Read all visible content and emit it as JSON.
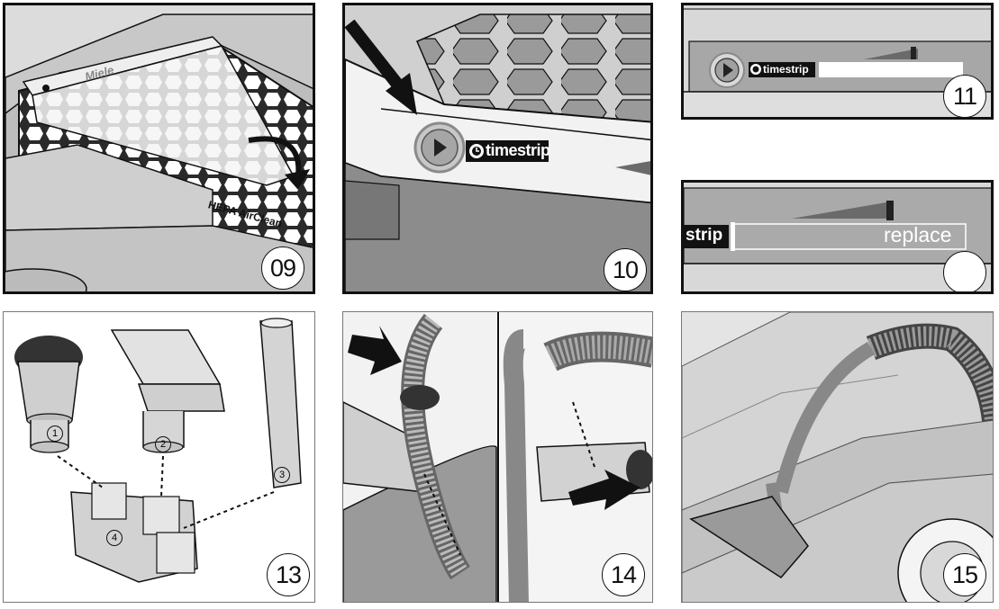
{
  "steps": {
    "s09": "09",
    "s10": "10",
    "s11": "11",
    "s12": "",
    "s13": "13",
    "s14": "14",
    "s15": "15"
  },
  "labels": {
    "timestrip_10": "timestrip",
    "timestrip_11": "timestrip",
    "strip_12": "strip",
    "replace": "replace",
    "brand": "Miele",
    "filter_name": "HEPA AirClean",
    "attachments": [
      "1",
      "2",
      "3",
      "4"
    ]
  },
  "colors": {
    "gray_fill": "#d9d9d9",
    "dark_gray": "#7a7a7a",
    "outline": "#111111"
  },
  "icons": [
    "arrow-icon",
    "play-icon",
    "clock-icon",
    "rotate-arrow-icon"
  ]
}
